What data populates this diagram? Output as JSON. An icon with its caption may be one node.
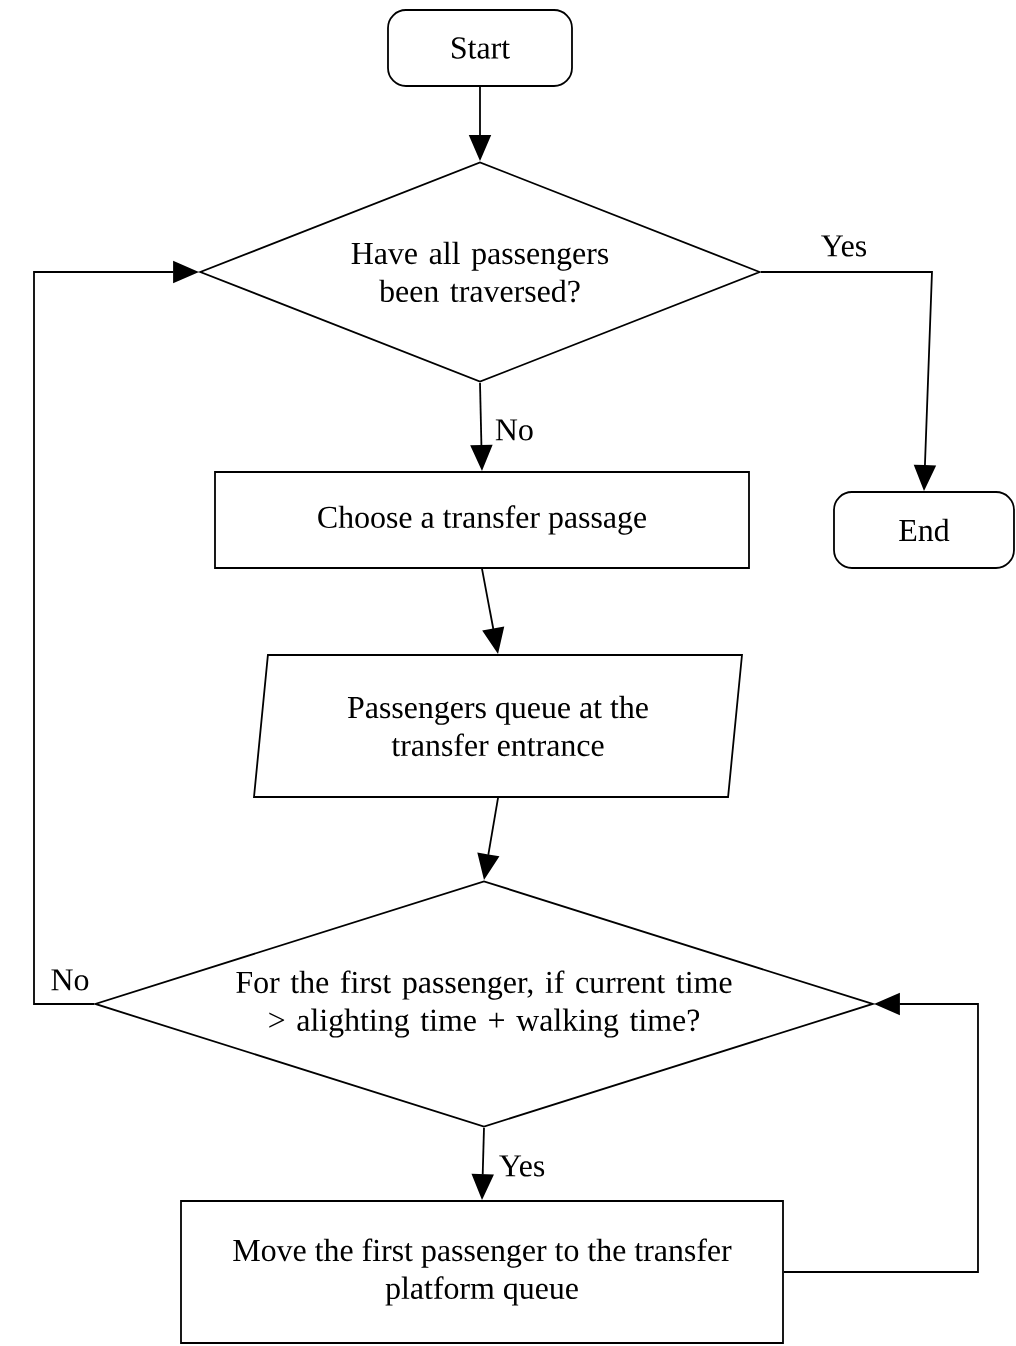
{
  "diagram": {
    "nodes": [
      {
        "text": [
          "Start"
        ]
      },
      {
        "text": [
          "Have all passengers been traversed?"
        ]
      },
      {
        "text": [
          "End"
        ]
      },
      {
        "text": [
          "Choose a transfer passage"
        ]
      },
      {
        "text": [
          "Passengers queue at the transfer entrance"
        ]
      },
      {
        "text": [
          "For the first passenger, if current time > alighting time + walking time?"
        ]
      },
      {
        "text": [
          "Move the first passenger to the transfer platform queue"
        ]
      }
    ],
    "edges": [
      {
        "from": 0,
        "to": 1,
        "arrow": "to"
      },
      {
        "from": 1,
        "to": 2,
        "arrow": "to",
        "label": "Yes"
      },
      {
        "from": 1,
        "to": 3,
        "arrow": "to",
        "label": "No"
      },
      {
        "from": 3,
        "to": 4,
        "arrow": "to"
      },
      {
        "from": 4,
        "to": 5,
        "arrow": "to"
      },
      {
        "from": 5,
        "to": 1,
        "arrow": "to",
        "label": "No"
      },
      {
        "from": 5,
        "to": 6,
        "arrow": "to",
        "label": "Yes"
      },
      {
        "from": 6,
        "to": 5,
        "arrow": "to"
      }
    ]
  }
}
